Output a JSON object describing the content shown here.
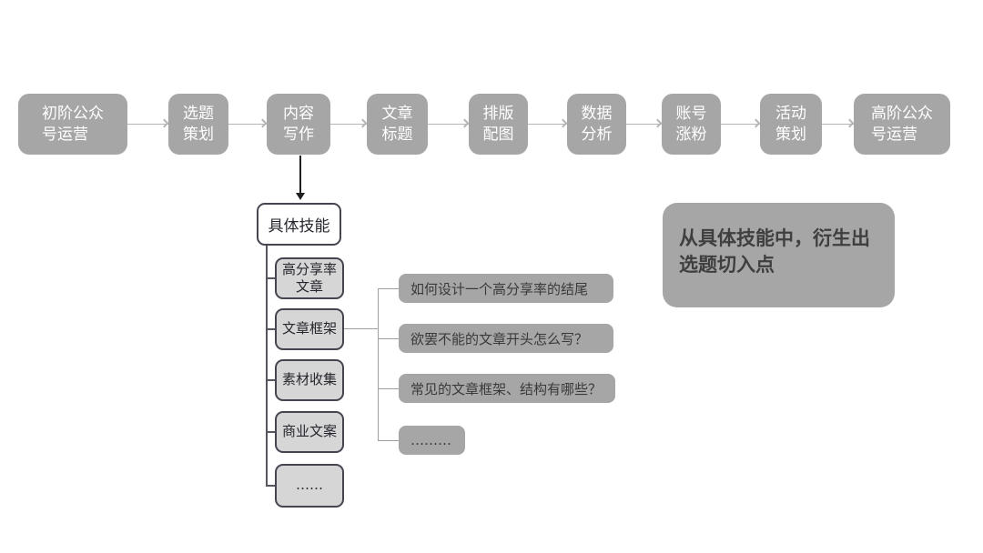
{
  "colors": {
    "box_gray": "#a6a6a6",
    "skill_fill": "#d6d6d6",
    "skill_border": "#45454f",
    "flow_text": "#ffffff",
    "dark_text": "#3a3a3a",
    "arrow_gray": "#b6b6b6",
    "arrow_black": "#1f1f1f"
  },
  "flow": {
    "steps": [
      {
        "label": "初阶公众\n号运营"
      },
      {
        "label": "选题\n策划"
      },
      {
        "label": "内容\n写作"
      },
      {
        "label": "文章\n标题"
      },
      {
        "label": "排版\n配图"
      },
      {
        "label": "数据\n分析"
      },
      {
        "label": "账号\n涨粉"
      },
      {
        "label": "活动\n策划"
      },
      {
        "label": "高阶公众\n号运营"
      }
    ]
  },
  "tree": {
    "root": "具体技能",
    "skills": [
      "高分享率\n文章",
      "文章框架",
      "素材收集",
      "商业文案",
      "……"
    ],
    "questions": [
      "如何设计一个高分享率的结尾",
      "欲罢不能的文章开头怎么写？",
      "常见的文章框架、结构有哪些？",
      "………"
    ]
  },
  "note": {
    "text": "从具体技能中，衍生出\n选题切入点"
  }
}
